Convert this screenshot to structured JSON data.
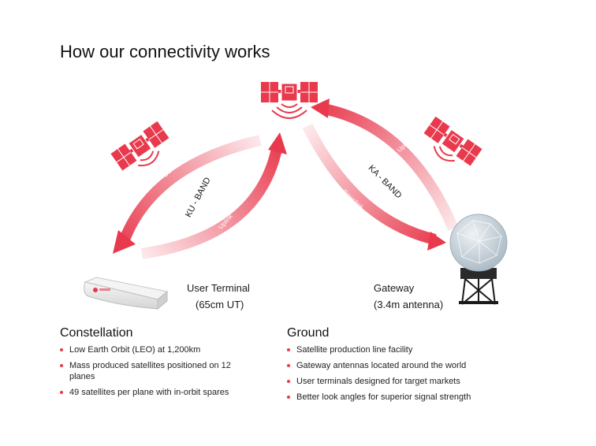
{
  "title": "How our connectivity works",
  "colors": {
    "accent": "#e8394d",
    "arrow_light": "#f8d3d8",
    "terminal": "#e6e6e6",
    "dome": "#c3cfd8",
    "tower": "#1a1a1a"
  },
  "icons": [
    "satellite-icon",
    "user-terminal-icon",
    "gateway-antenna-icon"
  ],
  "diagram": {
    "ku_band_label": "KU - BAND",
    "ka_band_label": "KA - BAND",
    "downlink_label": "Downlink",
    "uplink_label": "Uplink",
    "user_terminal": {
      "name": "User Terminal",
      "detail": "(65cm UT)"
    },
    "gateway": {
      "name": "Gateway",
      "detail": "(3.4m antenna)"
    }
  },
  "constellation": {
    "title": "Constellation",
    "items": [
      "Low Earth Orbit (LEO) at 1,200km",
      "Mass produced satellites positioned on 12 planes",
      "49 satellites per plane with in-orbit spares"
    ]
  },
  "ground": {
    "title": "Ground",
    "items": [
      "Satellite production line facility",
      "Gateway antennas located around the world",
      "User terminals designed for target markets",
      "Better look angles for superior signal strength"
    ]
  }
}
